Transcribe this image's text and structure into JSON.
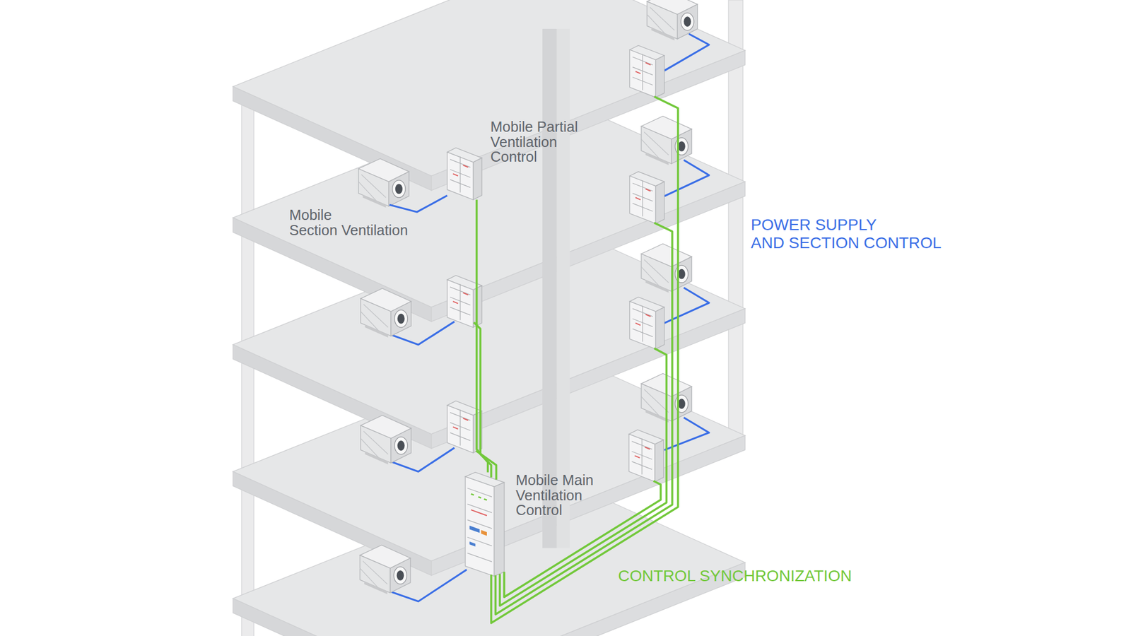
{
  "diagram": {
    "nodes": [
      {
        "text": [
          "Mobile Partial Ventilation Control"
        ]
      },
      {
        "text": [
          "Mobile Section Ventilation"
        ]
      },
      {
        "text": [
          "Mobile Main Ventilation Control"
        ]
      }
    ],
    "edges": [
      {
        "from": 2,
        "to": 0,
        "arrow": "none"
      },
      {
        "from": 0,
        "to": 1,
        "arrow": "none"
      }
    ],
    "labels": [
      "POWER SUPPLY AND SECTION CONTROL",
      "CONTROL SYNCHRONIZATION"
    ]
  }
}
